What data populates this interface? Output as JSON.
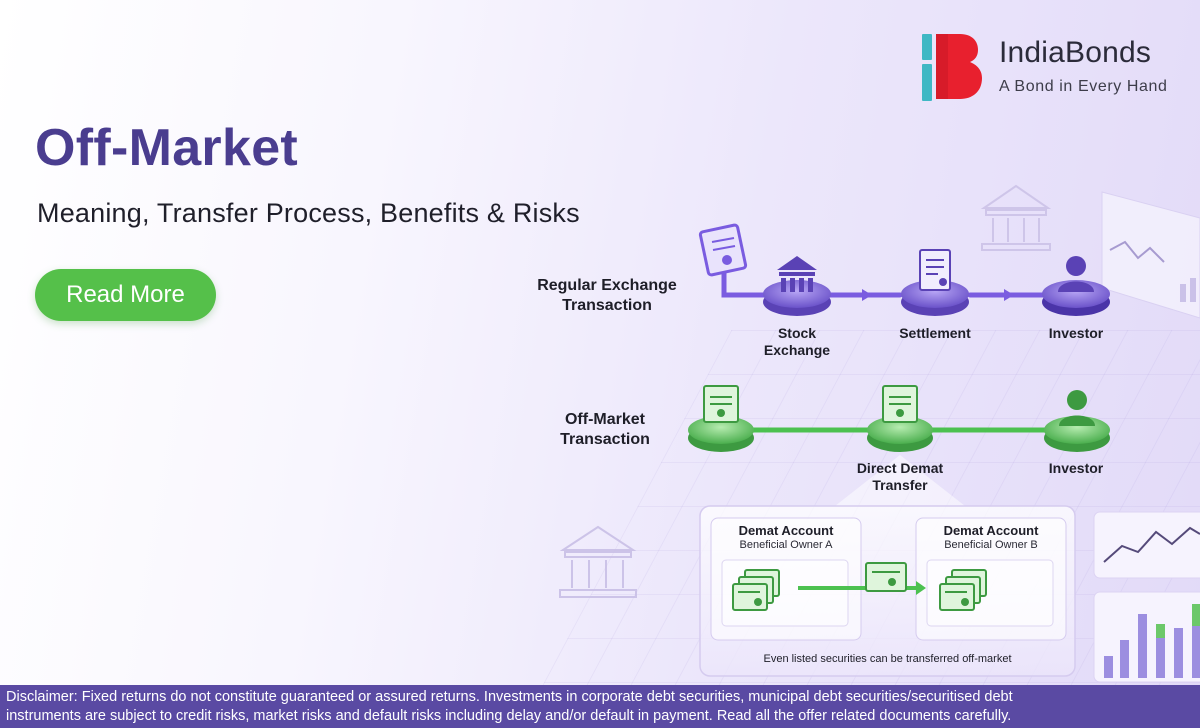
{
  "brand": {
    "name": "IndiaBonds",
    "tagline": "A Bond in Every Hand",
    "colors": {
      "teal": "#3fb8c4",
      "red": "#e8202e",
      "purple": "#4a3d8f"
    }
  },
  "hero": {
    "title": "Off-Market",
    "subtitle": "Meaning, Transfer Process, Benefits & Risks",
    "cta_label": "Read More",
    "cta_color": "#55c04a"
  },
  "diagram": {
    "regular": {
      "label_line1": "Regular Exchange",
      "label_line2": "Transaction",
      "nodes": [
        {
          "line1": "Stock",
          "line2": "Exchange",
          "icon": "bank-icon"
        },
        {
          "line1": "Settlement",
          "line2": "",
          "icon": "document-icon"
        },
        {
          "line1": "Investor",
          "line2": "",
          "icon": "investor-icon"
        }
      ],
      "color": "#7a5ce0"
    },
    "offmarket": {
      "label_line1": "Off-Market",
      "label_line2": "Transaction",
      "nodes": [
        {
          "line1": "",
          "line2": "",
          "icon": "certificate-icon"
        },
        {
          "line1": "Direct Demat",
          "line2": "Transfer",
          "icon": "certificate-icon"
        },
        {
          "line1": "Investor",
          "line2": "",
          "icon": "investor-icon"
        }
      ],
      "color": "#4cc150"
    },
    "accounts": [
      {
        "title": "Demat Account",
        "owner": "Beneficial Owner A"
      },
      {
        "title": "Demat Account",
        "owner": "Beneficial Owner B"
      }
    ],
    "note": "Even listed securities can be transferred off-market"
  },
  "disclaimer": {
    "line1": "Disclaimer: Fixed returns do not constitute guaranteed or assured returns. Investments in corporate debt securities, municipal debt securities/securitised debt",
    "line2": "instruments are subject to credit risks, market risks and default risks including delay and/or default in payment. Read all the offer related documents carefully."
  }
}
